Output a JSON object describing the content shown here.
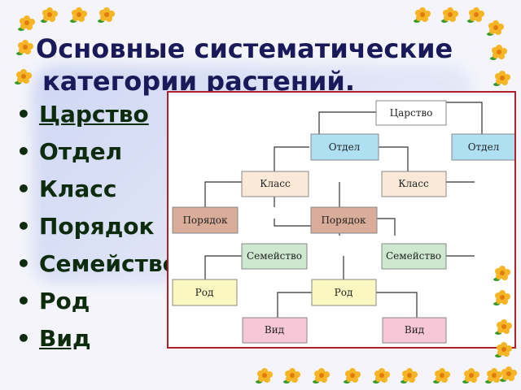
{
  "slide": {
    "title_line1": "Основные систематические",
    "title_line2": "категории растений.",
    "bullets": [
      {
        "text": "Царство",
        "linked": true
      },
      {
        "text": "Отдел",
        "linked": false
      },
      {
        "text": "Класс",
        "linked": false
      },
      {
        "text": "Порядок",
        "linked": false
      },
      {
        "text": "Семейство",
        "linked": false
      },
      {
        "text": "Род",
        "linked": false
      },
      {
        "text": "Вид",
        "linked": true
      }
    ],
    "bullet_symbol": "•"
  },
  "diagram": {
    "nodes": {
      "kingdom": "Царство",
      "division_1": "Отдел",
      "division_2": "Отдел",
      "class_1": "Класс",
      "class_2": "Класс",
      "order_1": "Порядок",
      "order_2": "Порядок",
      "family_1": "Семейство",
      "family_2": "Семейство",
      "genus_1": "Род",
      "genus_2": "Род",
      "species_1": "Вид",
      "species_2": "Вид"
    }
  },
  "colors": {
    "title": "#1a1a5a",
    "bullet_text": "#0d2c0d",
    "diagram_border": "#b0202a",
    "kingdom_fill": "#ffffff",
    "division_fill": "#aee0f2",
    "class_fill": "#fbe9d8",
    "order_fill": "#d9ad9a",
    "family_fill": "#cde8cf",
    "genus_fill": "#fbf7c0",
    "species_fill": "#f7c7d8",
    "flower_petal": "#f5b524",
    "flower_leaf": "#3a9a2a"
  },
  "decorations": {
    "icon": "flower-icon"
  }
}
